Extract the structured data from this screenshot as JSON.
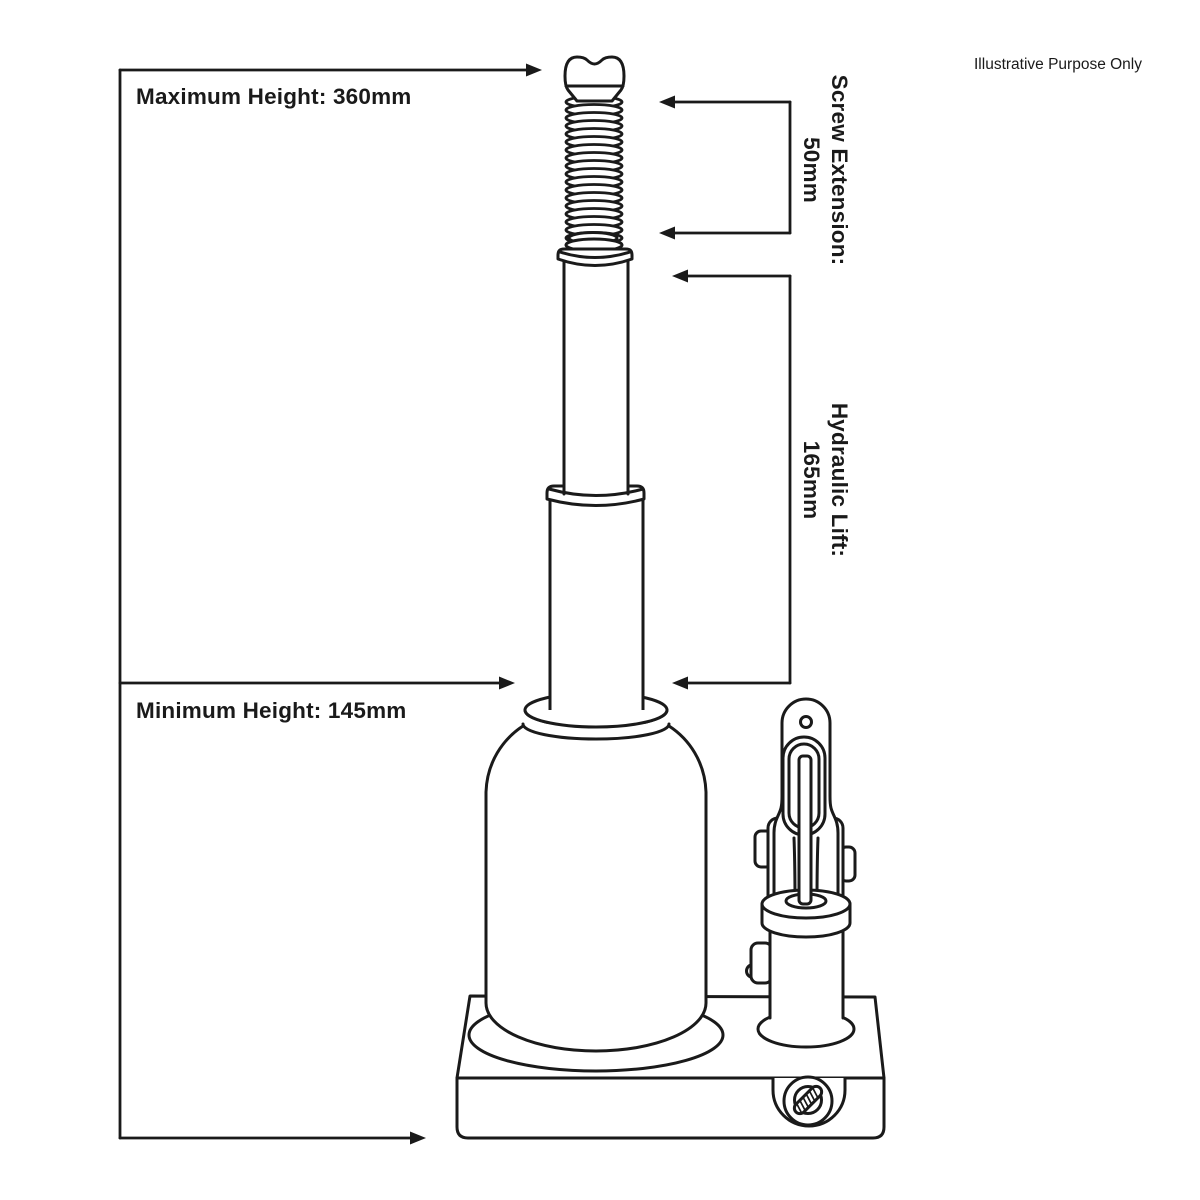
{
  "page": {
    "note": "Illustrative Purpose Only"
  },
  "annotations": {
    "max_height": "Maximum Height: 360mm",
    "min_height": "Minimum Height: 145mm",
    "screw_extension_label": "Screw Extension:",
    "screw_extension_value": "50mm",
    "hydraulic_lift_label": "Hydraulic Lift:",
    "hydraulic_lift_value": "165mm"
  },
  "colors": {
    "background": "#ffffff",
    "line": "#1a1a1a",
    "text": "#1a1a1a"
  }
}
